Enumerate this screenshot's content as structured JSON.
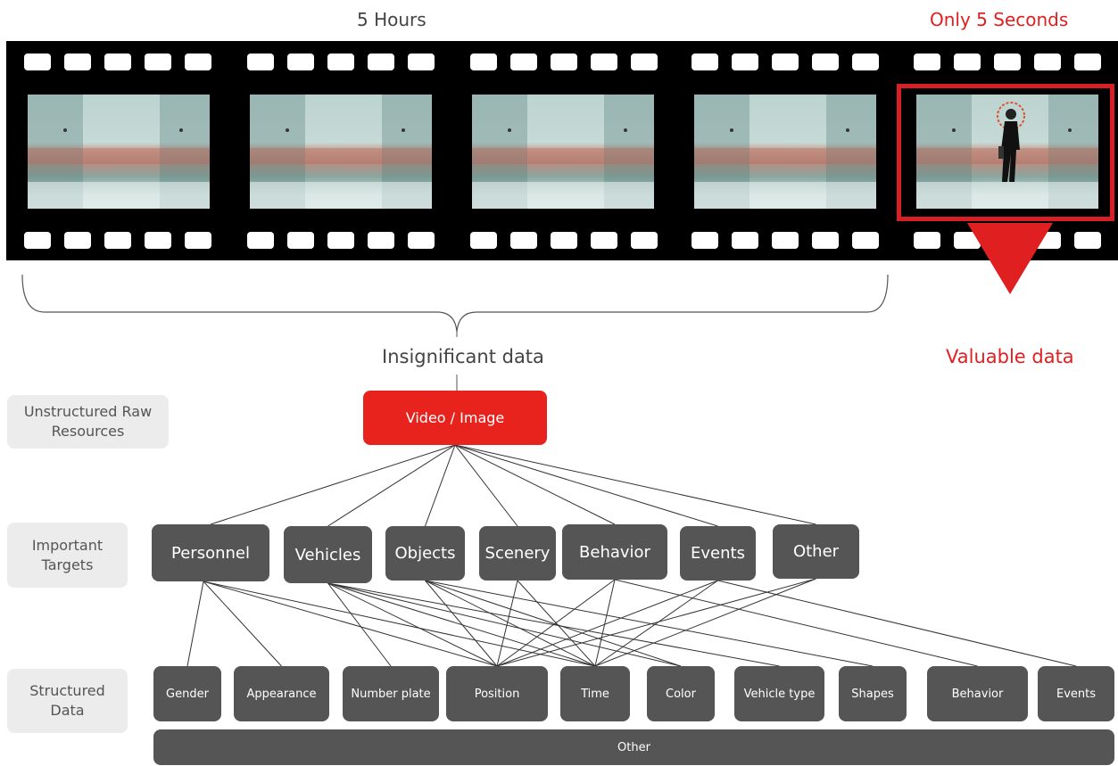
{
  "top": {
    "duration_label": "5 Hours",
    "highlight_label": "Only 5 Seconds",
    "insignificant_label": "Insignificant data",
    "valuable_label": "Valuable data"
  },
  "tiers": {
    "raw": "Unstructured Raw\nResources",
    "targets": "Important\nTargets",
    "structured": "Structured\nData"
  },
  "root": {
    "label": "Video / Image"
  },
  "targets": [
    "Personnel",
    "Vehicles",
    "Objects",
    "Scenery",
    "Behavior",
    "Events",
    "Other"
  ],
  "structured": [
    "Gender",
    "Appearance",
    "Number plate",
    "Position",
    "Time",
    "Color",
    "Vehicle type",
    "Shapes",
    "Behavior",
    "Events"
  ],
  "structured_other": "Other",
  "colors": {
    "accent": "#e8231e",
    "node": "#555555",
    "tier": "#ececec"
  }
}
